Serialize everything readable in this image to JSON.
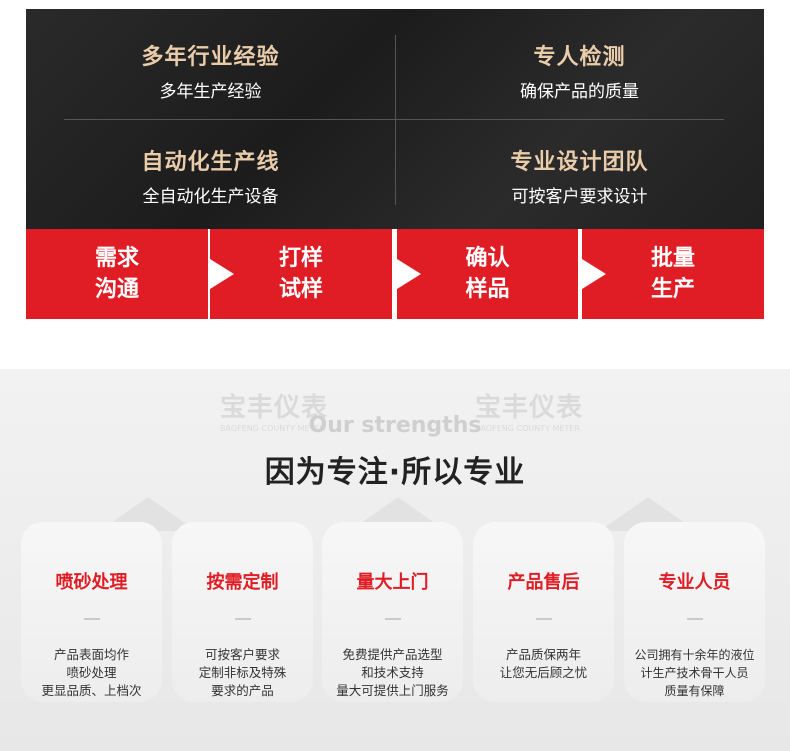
{
  "features": [
    {
      "title": "多年行业经验",
      "subtitle": "多年生产经验"
    },
    {
      "title": "专人检测",
      "subtitle": "确保产品的质量"
    },
    {
      "title": "自动化生产线",
      "subtitle": "全自动化生产设备"
    },
    {
      "title": "专业设计团队",
      "subtitle": "可按客户要求设计"
    }
  ],
  "process_steps": [
    {
      "line1": "需求",
      "line2": "沟通"
    },
    {
      "line1": "打样",
      "line2": "试样"
    },
    {
      "line1": "确认",
      "line2": "样品"
    },
    {
      "line1": "批量",
      "line2": "生产"
    }
  ],
  "watermark": {
    "brand": "宝丰仪表",
    "brand_en": "BAOFENG COUNTY METER"
  },
  "strengths": {
    "subtitle_en": "Our strengths",
    "heading": "因为专注·所以专业",
    "cards": [
      {
        "title": "喷砂处理",
        "lines": [
          "产品表面均作",
          "喷砂处理",
          "更显品质、上档次"
        ]
      },
      {
        "title": "按需定制",
        "lines": [
          "可按客户要求",
          "定制非标及特殊",
          "要求的产品"
        ]
      },
      {
        "title": "量大上门",
        "lines": [
          "免费提供产品选型",
          "和技术支持",
          "量大可提供上门服务"
        ]
      },
      {
        "title": "产品售后",
        "lines": [
          "产品质保两年",
          "让您无后顾之忧",
          ""
        ]
      },
      {
        "title": "专业人员",
        "lines": [
          "公司拥有十余年的液位",
          "计生产技术骨干人员",
          "质量有保障"
        ]
      }
    ]
  },
  "colors": {
    "accent_red": "#e01d25",
    "gold": "#e9ccaa",
    "dark_bg": "#222222"
  }
}
